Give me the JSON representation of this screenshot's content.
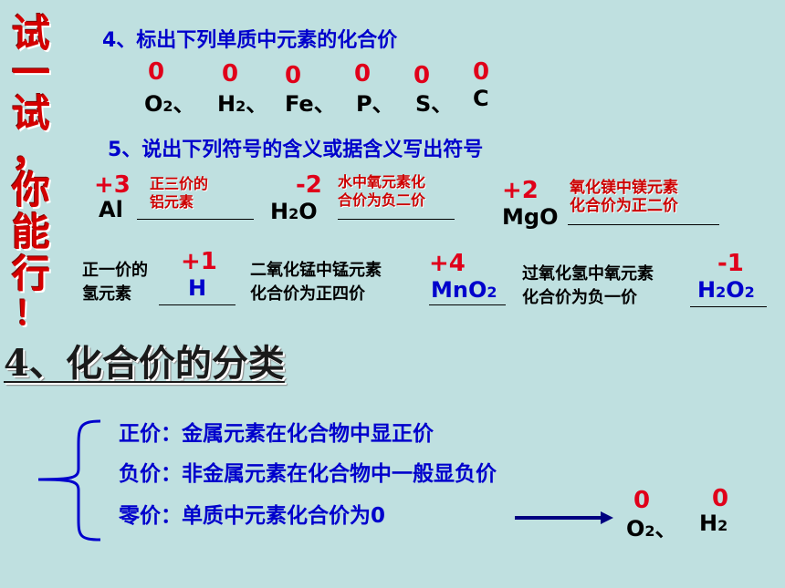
{
  "side_title": [
    "试",
    "一",
    "试",
    "，",
    "你",
    "能",
    "行",
    "！"
  ],
  "q4": {
    "title": "4、标出下列单质中元素的化合价",
    "items": [
      {
        "valence": "0",
        "symbol": "O",
        "sub": "2",
        "sep": "、"
      },
      {
        "valence": "0",
        "symbol": "H",
        "sub": "2",
        "sep": "、"
      },
      {
        "valence": "0",
        "symbol": "Fe",
        "sub": "",
        "sep": "、"
      },
      {
        "valence": "0",
        "symbol": "P",
        "sub": "",
        "sep": "、"
      },
      {
        "valence": "0",
        "symbol": "S",
        "sub": "",
        "sep": "、"
      },
      {
        "valence": "0",
        "symbol": "C",
        "sub": "",
        "sep": ""
      }
    ]
  },
  "q5": {
    "title": "5、说出下列符号的含义或据含义写出符号",
    "row1": {
      "al": {
        "valence": "+3",
        "symbol": "Al",
        "answer_l1": "正三价的",
        "answer_l2": "铝元素"
      },
      "h2o": {
        "valence": "-2",
        "symbol_a": "H",
        "sub": "2",
        "symbol_b": "O",
        "answer_l1": "水中氧元素化",
        "answer_l2": "合价为负二价"
      },
      "mgo": {
        "valence": "+2",
        "symbol": "MgO",
        "answer_l1": "氧化镁中镁元素",
        "answer_l2": "化合价为正二价"
      }
    },
    "row2": {
      "h": {
        "desc_l1": "正一价的",
        "desc_l2": "氢元素",
        "valence": "+1",
        "answer": "H"
      },
      "mno2": {
        "desc_l1": "二氧化锰中锰元素",
        "desc_l2": "化合价为正四价",
        "valence": "+4",
        "answer_a": "MnO",
        "answer_sub": "2"
      },
      "h2o2": {
        "desc_l1": "过氧化氢中氧元素",
        "desc_l2": "化合价为负一价",
        "valence": "-1",
        "answer_a": "H",
        "answer_sub1": "2",
        "answer_b": "O",
        "answer_sub2": "2"
      }
    }
  },
  "section_title": "4、化合价的分类",
  "classes": [
    "正价：金属元素在化合物中显正价",
    "负价：非金属元素在化合物中一般显负价",
    "零价：单质中元素化合价为0"
  ],
  "example": {
    "items": [
      {
        "valence": "0",
        "symbol": "O",
        "sub": "2",
        "sep": "、"
      },
      {
        "valence": "0",
        "symbol": "H",
        "sub": "2",
        "sep": ""
      }
    ]
  },
  "colors": {
    "background": "#bfe0e0",
    "valence_red": "#e0001a",
    "text_blue": "#0000cc",
    "arrow_navy": "#000080"
  }
}
